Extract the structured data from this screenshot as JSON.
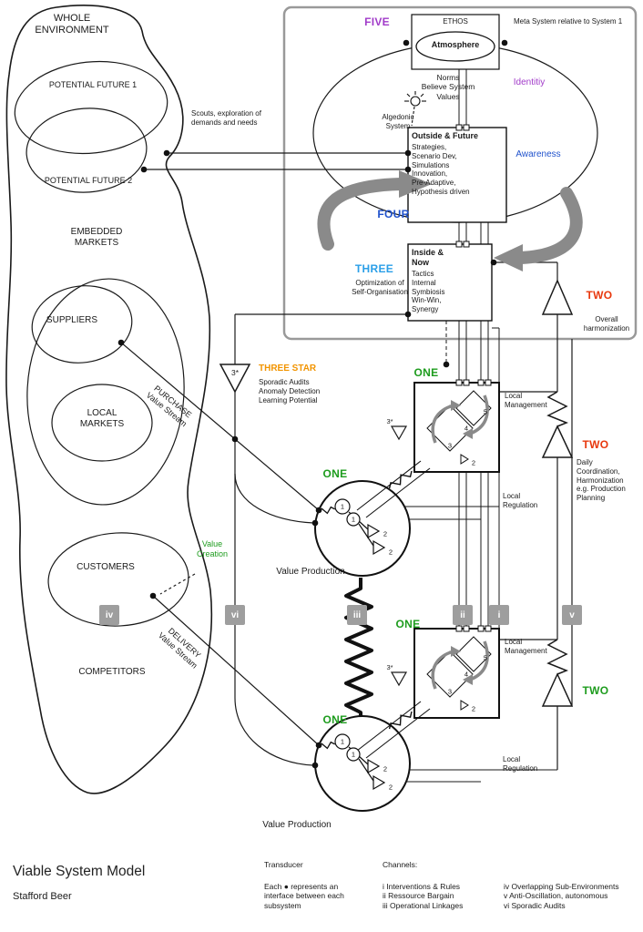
{
  "colors": {
    "purple": "#A13BC9",
    "blue": "#2052CC",
    "cyan": "#2B9FE8",
    "red": "#E8380D",
    "green": "#1E9C1E",
    "orange": "#F29400",
    "box_gray": "#9E9E9E",
    "arrow_gray": "#8A8A8A",
    "border_gray": "#999999"
  },
  "environment": {
    "whole": "WHOLE\nENVIRONMENT",
    "potential_future_1": "POTENTIAL FUTURE 1",
    "potential_future_2": "POTENTIAL FUTURE 2",
    "embedded_markets": "EMBEDDED\nMARKETS",
    "suppliers": "SUPPLIERS",
    "local_markets": "LOCAL\nMARKETS",
    "customers": "CUSTOMERS",
    "competitors": "COMPETITORS",
    "scouts": "Scouts, exploration of\ndemands and needs"
  },
  "meta": {
    "note": "Meta System relative to System 1",
    "five": "FIVE",
    "ethos": "ETHOS",
    "atmosphere": "Atmosphere",
    "norms": "Norms\nBelieve System\nValues",
    "identity": "Identitiy",
    "algedonic": "Algedonic\nSystem",
    "outside_title": "Outside & Future",
    "outside_body": "Strategies,\nScenario Dev,\nSimulations\nInnovation,\nPre-Adaptive,\nHypothesis driven",
    "awareness": "Awareness",
    "four": "FOUR",
    "inside_title": "Inside &\nNow",
    "inside_body": "Tactics\nInternal\nSymbiosis\nWin-Win,\nSynergy",
    "three": "THREE",
    "optimization": "Optimization of\nSelf-Organisation"
  },
  "system_two": {
    "label": "TWO",
    "overall": "Overall\nharmonization",
    "daily": "Daily\nCoordination,\nHarmonization\ne.g. Production\nPlanning"
  },
  "three_star": {
    "label": "THREE STAR",
    "glyph": "3*",
    "desc": "Sporadic Audits\nAnomaly Detection\nLearning Potential"
  },
  "system_one": {
    "label": "ONE",
    "local_management": "Local\nManagement",
    "local_regulation": "Local\nRegulation",
    "value_production": "Value Production"
  },
  "streams": {
    "purchase": "PURCHASE\nValue Stream",
    "delivery": "DELIVERY\nValue Stream",
    "value_creation": "Value\nCreation"
  },
  "channels": {
    "boxes": [
      "iv",
      "vi",
      "iii",
      "ii",
      "i",
      "v"
    ]
  },
  "numerals": {
    "n1": "1",
    "n2": "2",
    "n3": "3",
    "n4": "4",
    "n5": "5"
  },
  "footer": {
    "title": "Viable System Model",
    "author": "Stafford Beer",
    "transducer_title": "Transducer",
    "transducer_desc": "Each ● represents an\ninterface between each\nsubsystem",
    "channels_title": "Channels:",
    "channels_col1": "i Interventions & Rules\nii Ressource Bargain\niii Operational Linkages",
    "channels_col2": "iv Overlapping Sub-Environments\nv Anti-Oscillation, autonomous\nvi Sporadic Audits"
  }
}
